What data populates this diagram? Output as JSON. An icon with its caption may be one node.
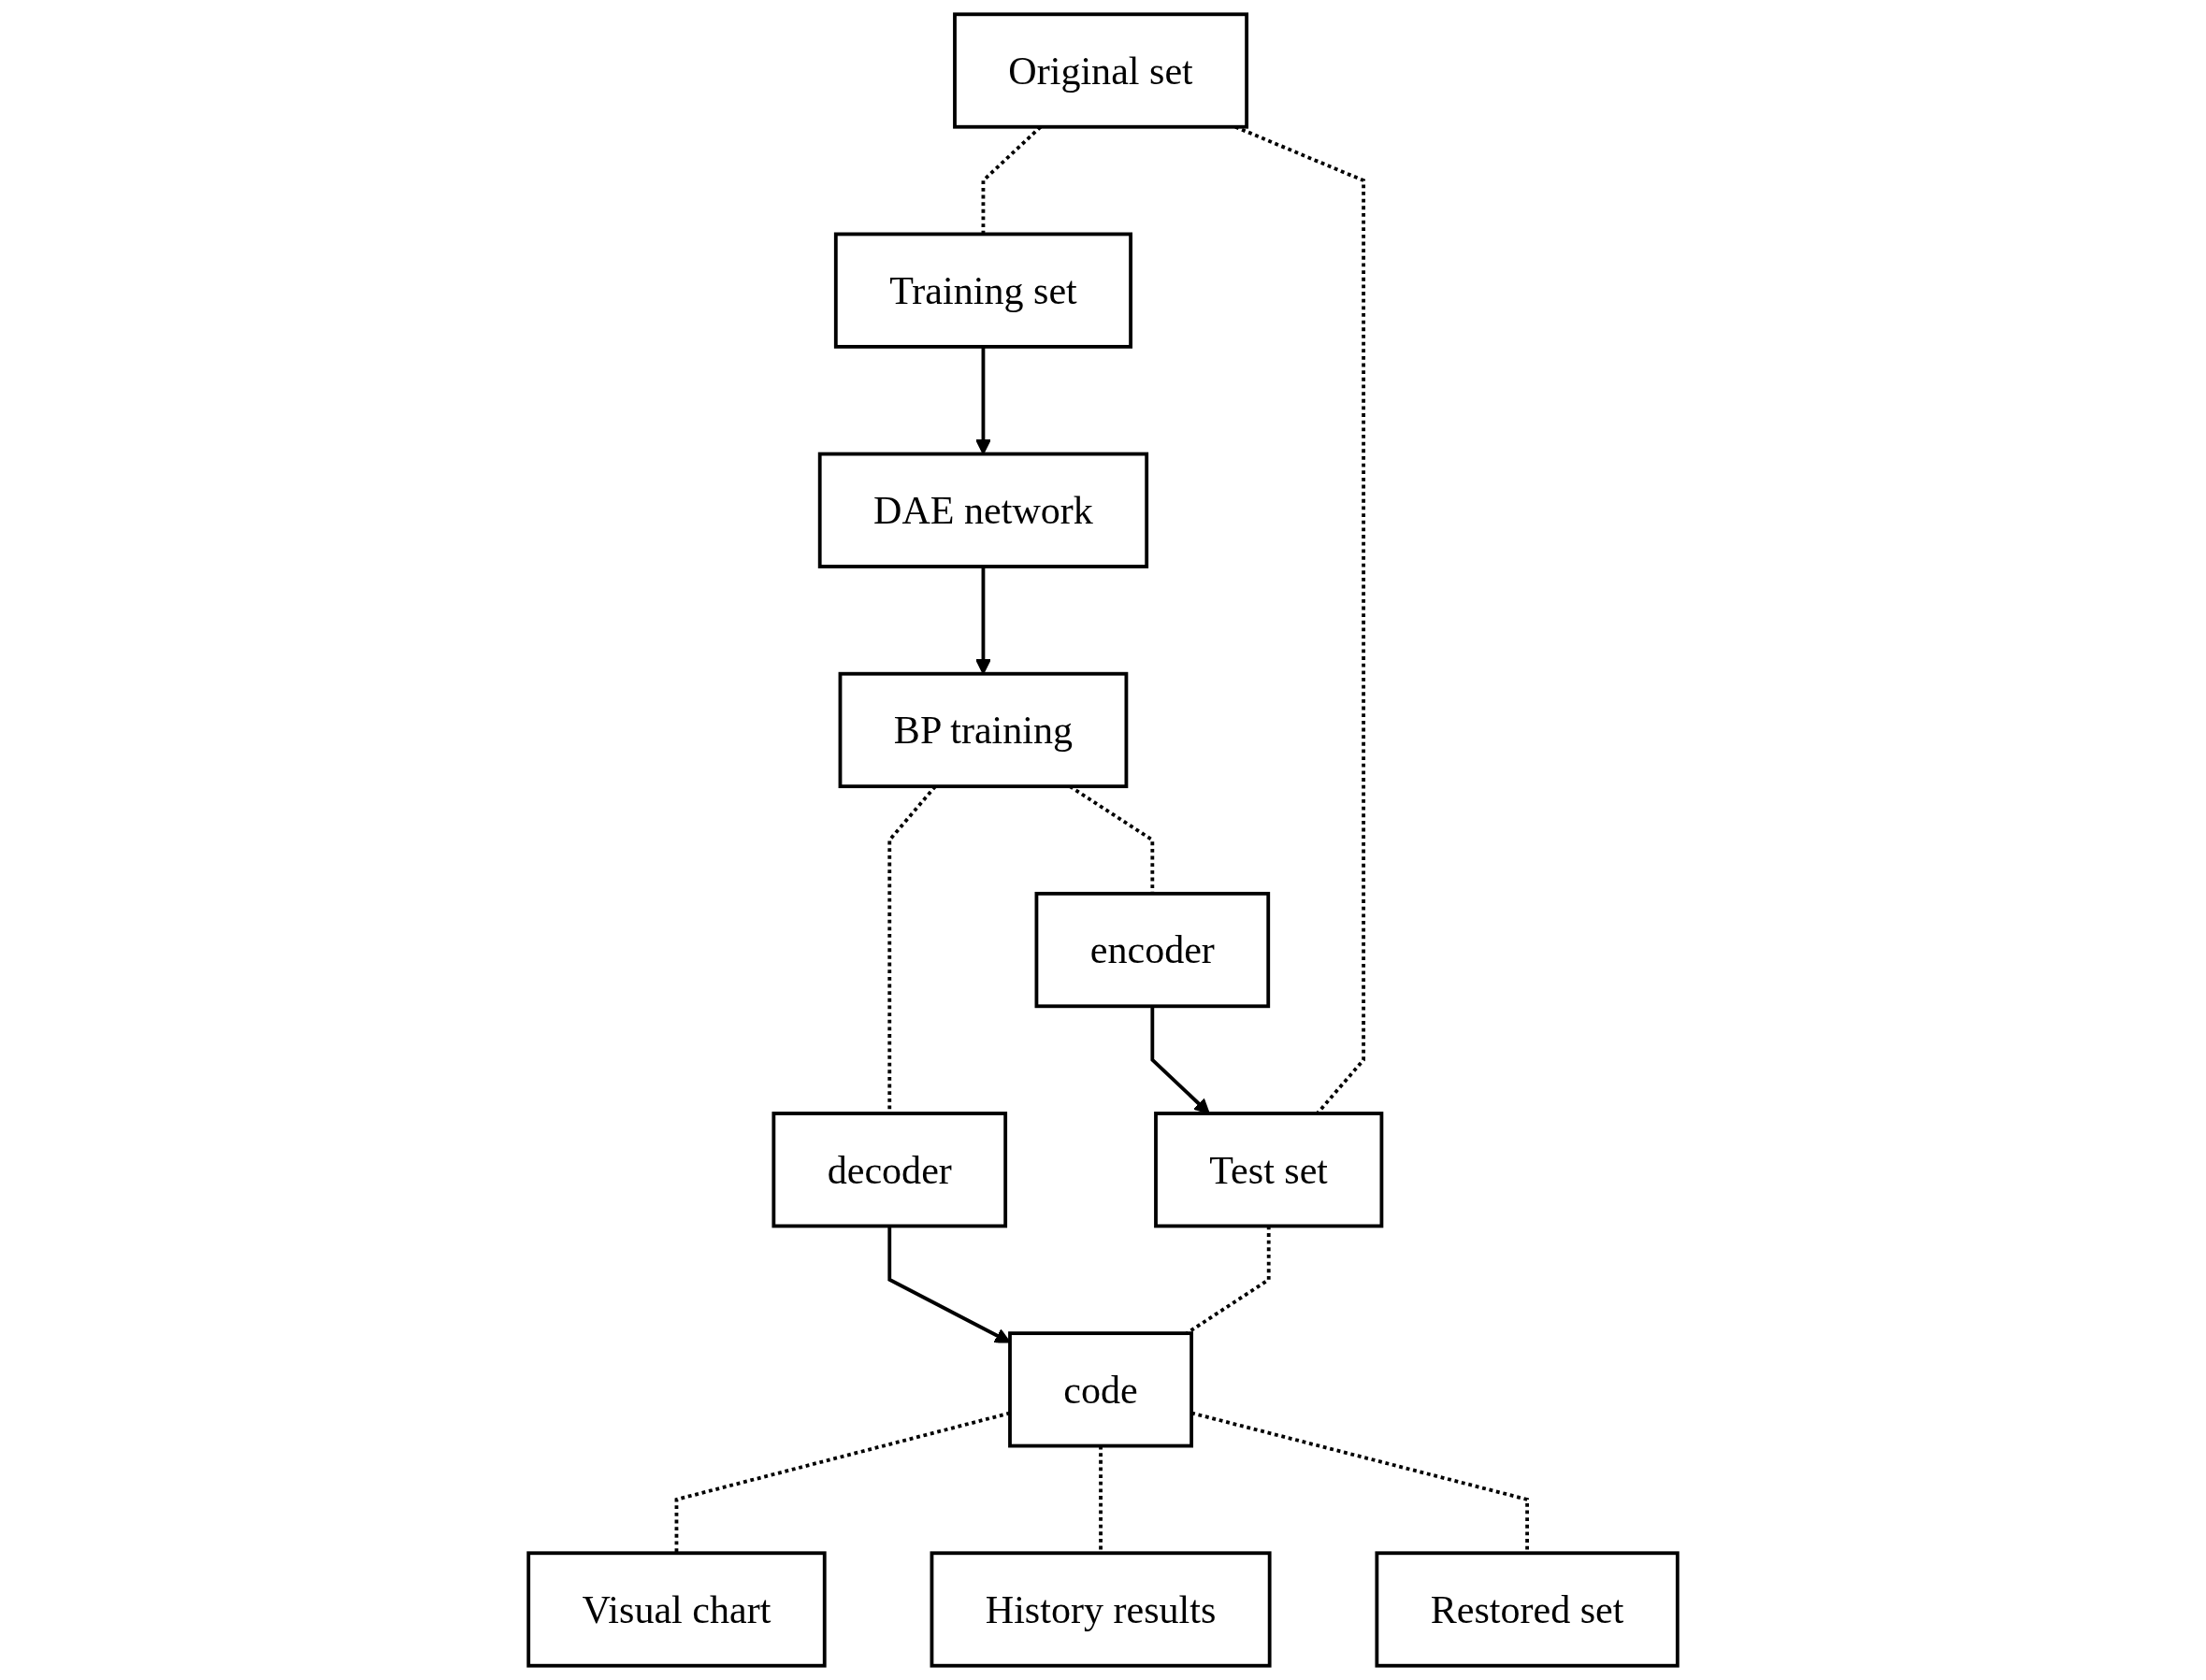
{
  "diagram": {
    "nodes": [
      {
        "text": [
          "Original set"
        ]
      },
      {
        "text": [
          "Training set"
        ]
      },
      {
        "text": [
          "DAE network"
        ]
      },
      {
        "text": [
          "BP training"
        ]
      },
      {
        "text": [
          "decoder"
        ]
      },
      {
        "text": [
          "encoder"
        ]
      },
      {
        "text": [
          "Test set"
        ]
      },
      {
        "text": [
          "code"
        ]
      },
      {
        "text": [
          "Visual chart"
        ]
      },
      {
        "text": [
          "History results"
        ]
      },
      {
        "text": [
          "Restored set"
        ]
      }
    ],
    "edges": [
      {
        "from": 0,
        "to": 1,
        "arrow": "none",
        "style": "dashed"
      },
      {
        "from": 0,
        "to": 6,
        "arrow": "none",
        "style": "dashed"
      },
      {
        "from": 1,
        "to": 2,
        "arrow": "to"
      },
      {
        "from": 2,
        "to": 3,
        "arrow": "to"
      },
      {
        "from": 3,
        "to": 4,
        "arrow": "none",
        "style": "dashed"
      },
      {
        "from": 3,
        "to": 5,
        "arrow": "none",
        "style": "dashed"
      },
      {
        "from": 5,
        "to": 6,
        "arrow": "to"
      },
      {
        "from": 4,
        "to": 7,
        "arrow": "to"
      },
      {
        "from": 6,
        "to": 7,
        "arrow": "none",
        "style": "dashed"
      },
      {
        "from": 7,
        "to": 8,
        "arrow": "none",
        "style": "dashed"
      },
      {
        "from": 7,
        "to": 9,
        "arrow": "none",
        "style": "dashed"
      },
      {
        "from": 7,
        "to": 10,
        "arrow": "none",
        "style": "dashed"
      }
    ]
  }
}
